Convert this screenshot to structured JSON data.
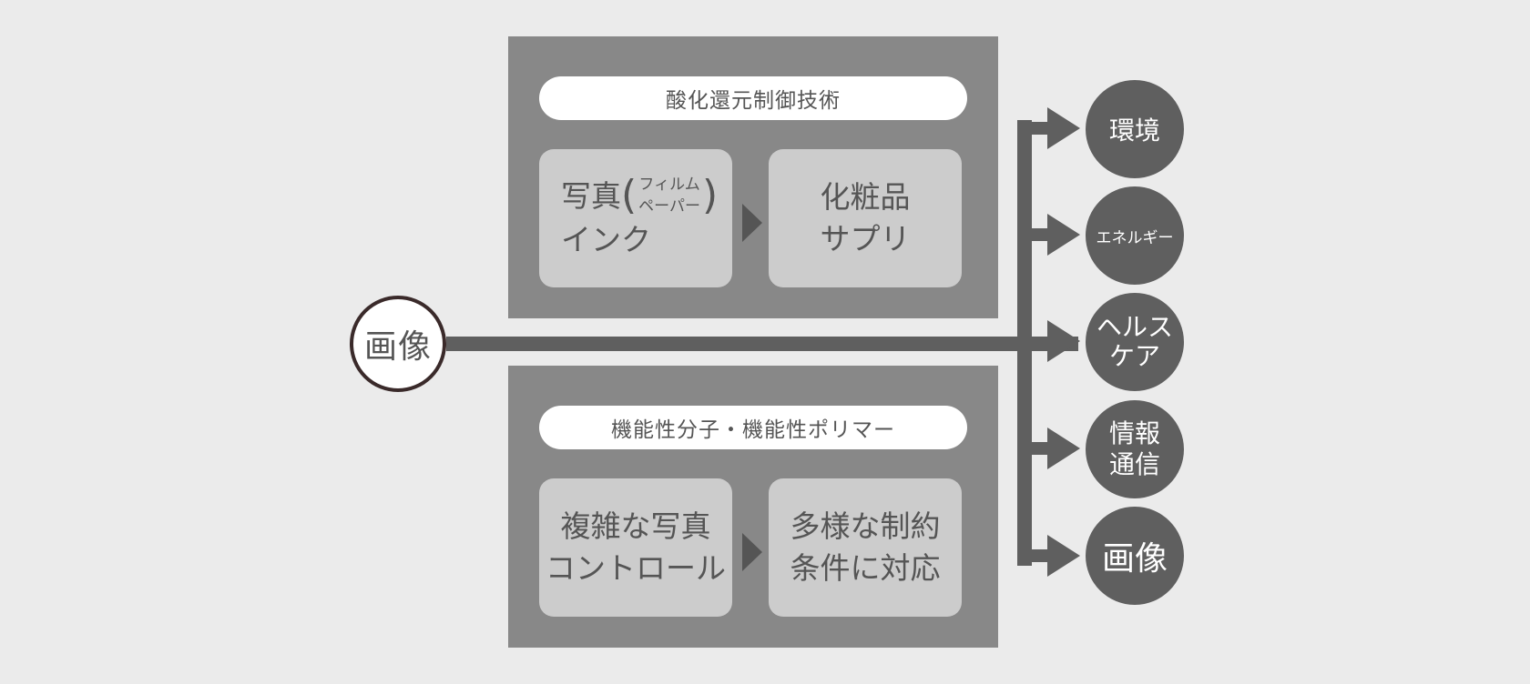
{
  "source": {
    "label": "画像"
  },
  "panels": [
    {
      "title": "酸化還元制御技術",
      "left_box": {
        "line1_main": "写真",
        "paren_line1": "フィルム",
        "paren_line2": "ペーパー",
        "line2": "インク"
      },
      "right_box": {
        "line1": "化粧品",
        "line2": "サプリ"
      }
    },
    {
      "title": "機能性分子・機能性ポリマー",
      "left_box": {
        "line1": "複雑な写真",
        "line2": "コントロール"
      },
      "right_box": {
        "line1": "多様な制約",
        "line2": "条件に対応"
      }
    }
  ],
  "targets": [
    {
      "line1": "環境",
      "line2": ""
    },
    {
      "line1": "エネルギー",
      "line2": ""
    },
    {
      "line1": "ヘルス",
      "line2": "ケア"
    },
    {
      "line1": "情報",
      "line2": "通信"
    },
    {
      "line1": "画像",
      "line2": ""
    }
  ],
  "colors": {
    "background": "#ebebeb",
    "panel": "#888888",
    "box": "#cccccc",
    "connector": "#5f5f5f",
    "target_fill": "#5f5f5f",
    "source_border": "#3a2a2a"
  }
}
